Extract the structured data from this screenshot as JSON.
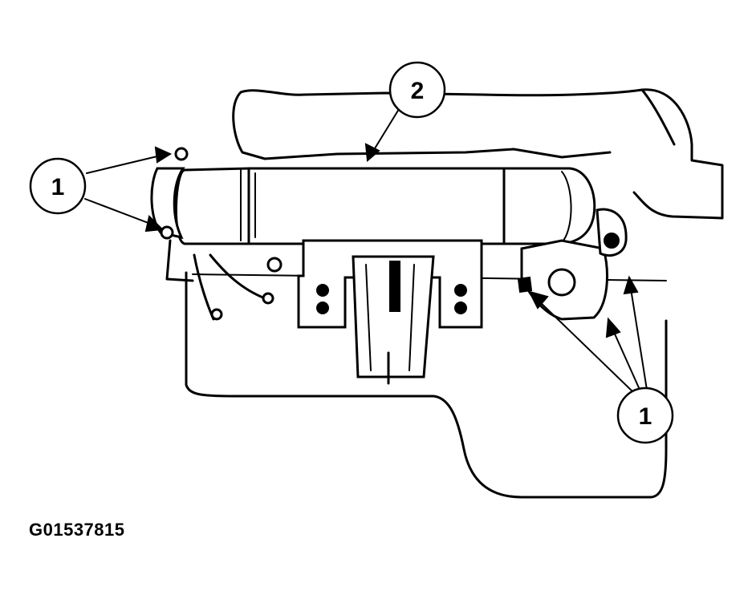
{
  "figure_id": "G01537815",
  "callouts": {
    "left_fasteners": "1",
    "cooler": "2",
    "right_fasteners": "1"
  }
}
